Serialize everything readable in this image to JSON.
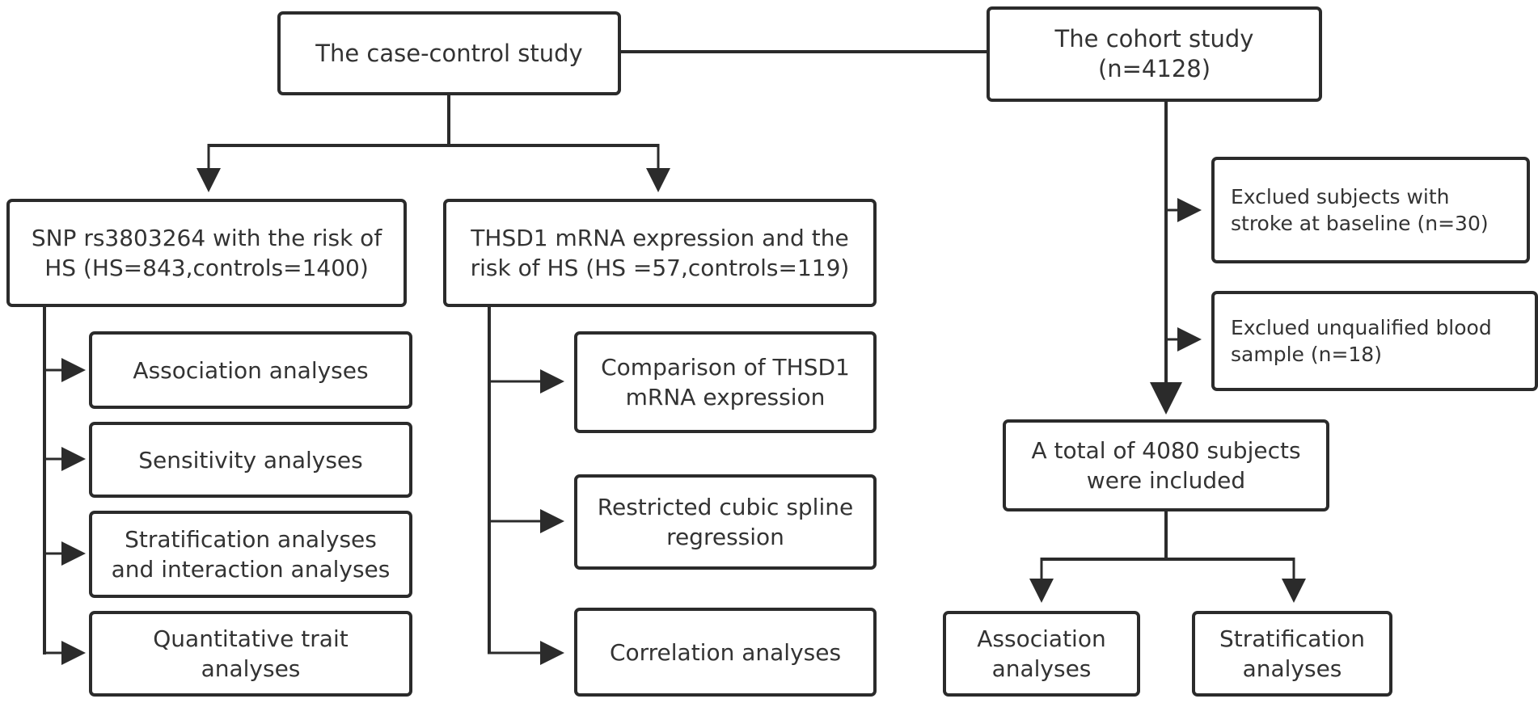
{
  "diagram": {
    "case_control": "The case-control study",
    "cohort": "The cohort study (n=4128)",
    "snp": "SNP rs3803264 with the risk of\nHS (HS=843,controls=1400)",
    "thsd1": "THSD1 mRNA expression and the\nrisk of HS (HS =57,controls=119)",
    "excl_stroke": "Exclued subjects with\nstroke at baseline (n=30)",
    "excl_blood": "Exclued unqualified blood\nsample (n=18)",
    "total": "A total of 4080 subjects\nwere included",
    "association_cc": "Association analyses",
    "sensitivity": "Sensitivity analyses",
    "stratification_interaction": "Stratification analyses\nand interaction analyses",
    "quantitative": "Quantitative trait\nanalyses",
    "comparison": "Comparison of THSD1\nmRNA expression",
    "spline": "Restricted cubic spline\nregression",
    "correlation": "Correlation analyses",
    "association_cohort": "Association\nanalyses",
    "stratification_cohort": "Stratification\nanalyses"
  },
  "colors": {
    "line": "#2b2b2b",
    "text": "#333333"
  }
}
